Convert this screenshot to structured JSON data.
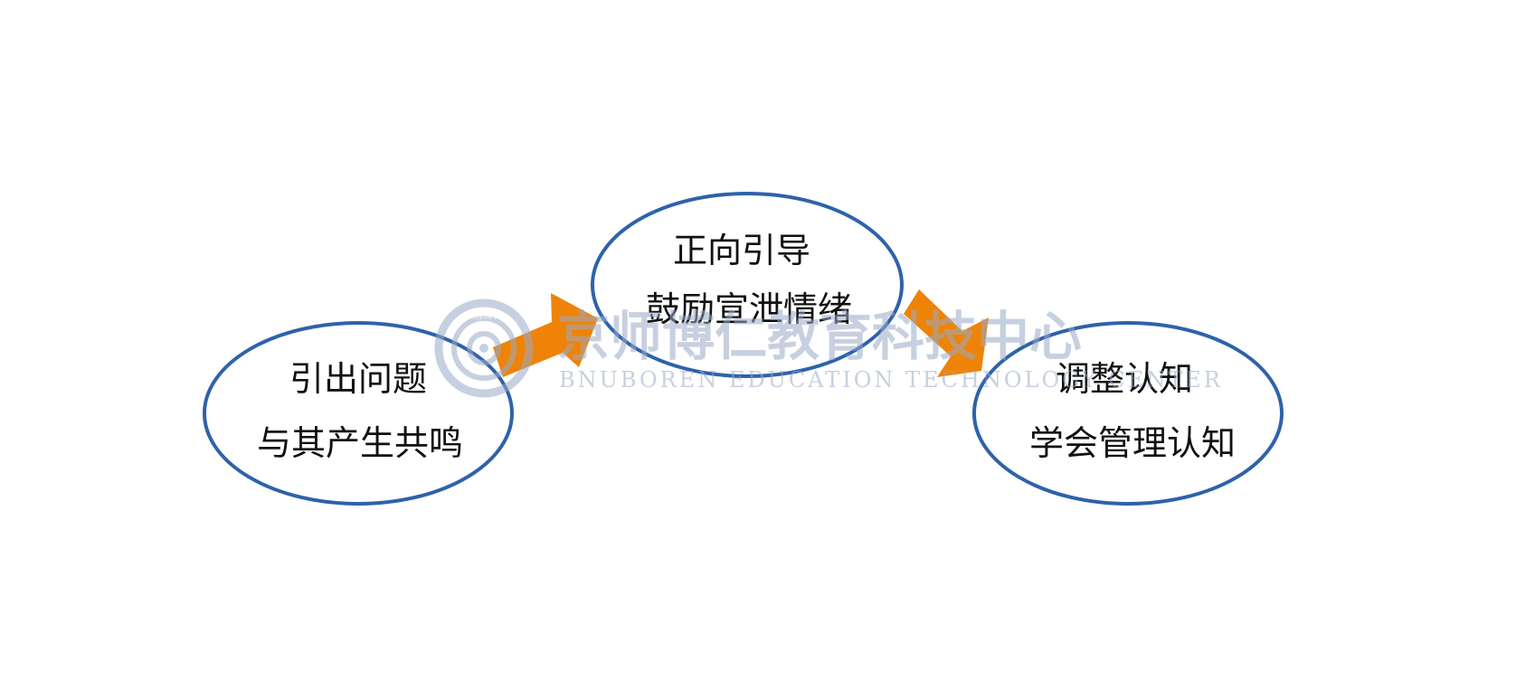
{
  "colors": {
    "ellipse_stroke": "#2e62ab",
    "arrow_fill": "#ee8308",
    "watermark": "#9aaac8",
    "text": "#111111"
  },
  "nodes": [
    {
      "id": "start",
      "line1": "引出问题",
      "line2": "与其产生共鸣"
    },
    {
      "id": "middle",
      "line1": "正向引导",
      "line2": "鼓励宣泄情绪"
    },
    {
      "id": "end",
      "line1": "调整认知",
      "line2": "学会管理认知"
    }
  ],
  "arrows": [
    {
      "from": "start",
      "to": "middle"
    },
    {
      "from": "middle",
      "to": "end"
    }
  ],
  "watermark": {
    "name_cn": "京师博仁教育科技中心",
    "name_en": "BNUBOREN EDUCATION TECHNOLOGY CENTER",
    "seal_text": "京师博仁"
  }
}
